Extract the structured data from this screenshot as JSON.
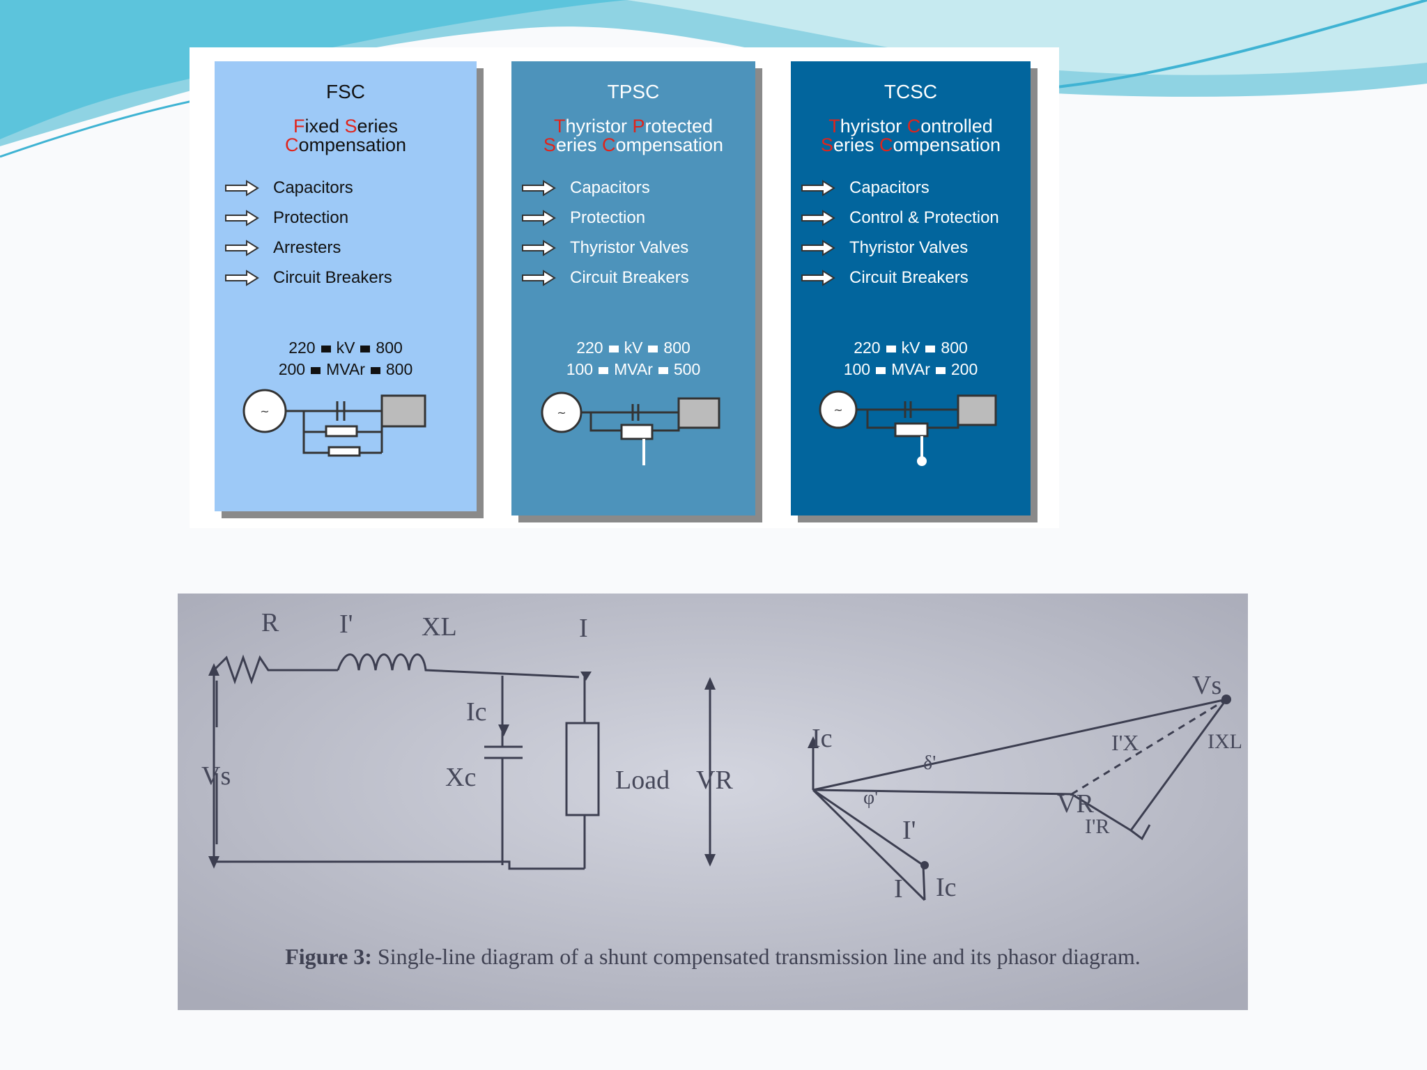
{
  "theme": {
    "slide_bg": "#f9fafc",
    "wave_light": "#bfe7ee",
    "wave_mid": "#7fcfe0",
    "wave_dark": "#3fb3d3",
    "highlight": "#e0241b",
    "fsc_bg": "#9dc9f7",
    "tpsc_bg": "#4d93bb",
    "tcsc_bg": "#02659d"
  },
  "cards": [
    {
      "title": "FSC",
      "full_name_lines": [
        [
          {
            "t": "F",
            "hl": true
          },
          {
            "t": "ixed ",
            "hl": false
          },
          {
            "t": "S",
            "hl": true
          },
          {
            "t": "eries",
            "hl": false
          }
        ],
        [
          {
            "t": "C",
            "hl": true
          },
          {
            "t": "ompensation",
            "hl": false
          }
        ]
      ],
      "items": [
        "Capacitors",
        "Protection",
        "Arresters",
        "Circuit Breakers"
      ],
      "ratings": [
        {
          "low": "220",
          "unit": "kV",
          "high": "800"
        },
        {
          "low": "200",
          "unit": "MVAr",
          "high": "800"
        }
      ]
    },
    {
      "title": "TPSC",
      "full_name_lines": [
        [
          {
            "t": "T",
            "hl": true
          },
          {
            "t": "hyristor ",
            "hl": false
          },
          {
            "t": "P",
            "hl": true
          },
          {
            "t": "rotected",
            "hl": false
          }
        ],
        [
          {
            "t": "S",
            "hl": true
          },
          {
            "t": "eries ",
            "hl": false
          },
          {
            "t": "C",
            "hl": true
          },
          {
            "t": "ompensation",
            "hl": false
          }
        ]
      ],
      "items": [
        "Capacitors",
        "Protection",
        "Thyristor Valves",
        "Circuit Breakers"
      ],
      "ratings": [
        {
          "low": "220",
          "unit": "kV",
          "high": "800"
        },
        {
          "low": "100",
          "unit": "MVAr",
          "high": "500"
        }
      ]
    },
    {
      "title": "TCSC",
      "full_name_lines": [
        [
          {
            "t": "T",
            "hl": true
          },
          {
            "t": "hyristor ",
            "hl": false
          },
          {
            "t": "C",
            "hl": true
          },
          {
            "t": "ontrolled",
            "hl": false
          }
        ],
        [
          {
            "t": "S",
            "hl": true
          },
          {
            "t": "eries ",
            "hl": false
          },
          {
            "t": "C",
            "hl": true
          },
          {
            "t": "ompensation",
            "hl": false
          }
        ]
      ],
      "items": [
        "Capacitors",
        "Control & Protection",
        "Thyristor Valves",
        "Circuit Breakers"
      ],
      "ratings": [
        {
          "low": "220",
          "unit": "kV",
          "high": "800"
        },
        {
          "low": "100",
          "unit": "MVAr",
          "high": "200"
        }
      ]
    }
  ],
  "figure": {
    "labels": {
      "r": "R",
      "i_prime": "I'",
      "xl": "XL",
      "i": "I",
      "ic": "Ic",
      "xc": "Xc",
      "load": "Load",
      "vs": "Vs",
      "vr": "VR",
      "ic_phasor": "Ic",
      "vr_phasor": "VR",
      "vs_phasor": "Vs",
      "i_prime_phasor": "I'",
      "i_phasor": "I",
      "irx": "I'X",
      "ixl": "IXL",
      "ir": "I'R",
      "angle1": "δ'",
      "angle2": "φ'"
    },
    "caption_bold": "Figure 3:",
    "caption_text": "Single-line diagram of a shunt compensated transmission line and its phasor diagram."
  }
}
